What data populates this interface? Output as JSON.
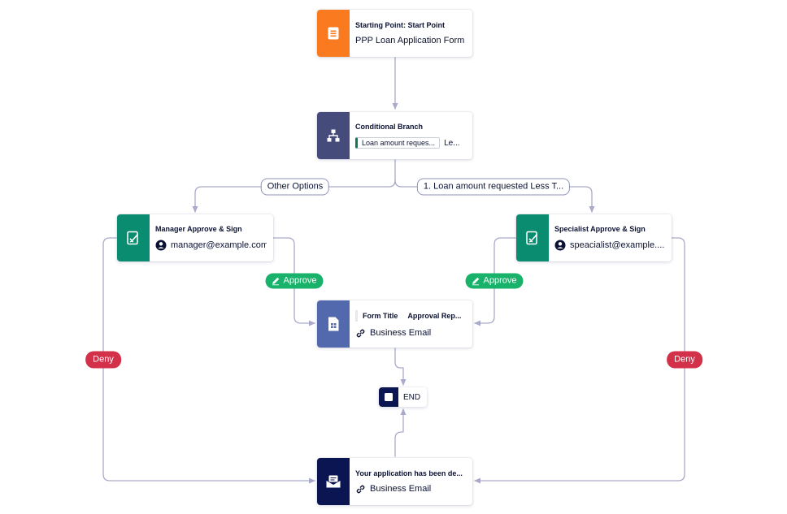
{
  "colors": {
    "edge": "#a9aac9",
    "start_icon_bg": "#f97a1f",
    "branch_icon_bg": "#454b7a",
    "approve_icon_bg": "#0a8c70",
    "form_icon_bg": "#5369ad",
    "email_icon_bg": "#0a1551",
    "end_icon_bg": "#0a1551",
    "approve_pill": "#18b26b",
    "deny_pill": "#d3304a"
  },
  "nodes": {
    "start": {
      "icon": "document-icon",
      "title": "Starting Point: Start Point",
      "subtitle": "PPP Loan Application Form"
    },
    "branch": {
      "icon": "flowchart-icon",
      "title": "Conditional Branch",
      "chip": "Loan amount reques...",
      "chip_tail": "Le..."
    },
    "manager": {
      "icon": "sign-document-icon",
      "title": "Manager Approve & Sign",
      "assignee": "manager@example.com"
    },
    "specialist": {
      "icon": "sign-document-icon",
      "title": "Specialist Approve & Sign",
      "assignee": "speacialist@example...."
    },
    "form": {
      "icon": "form-grid-icon",
      "field_label": "Form Title",
      "field_value": "Approval Rep...",
      "subtitle": "Business Email"
    },
    "end": {
      "label": "END"
    },
    "email": {
      "icon": "envelope-icon",
      "title": "Your application has been de...",
      "subtitle": "Business Email"
    }
  },
  "edge_labels": {
    "other_options": "Other Options",
    "loan_condition": "1. Loan amount requested Less T...",
    "approve_left": "Approve",
    "approve_right": "Approve",
    "deny_left": "Deny",
    "deny_right": "Deny"
  }
}
